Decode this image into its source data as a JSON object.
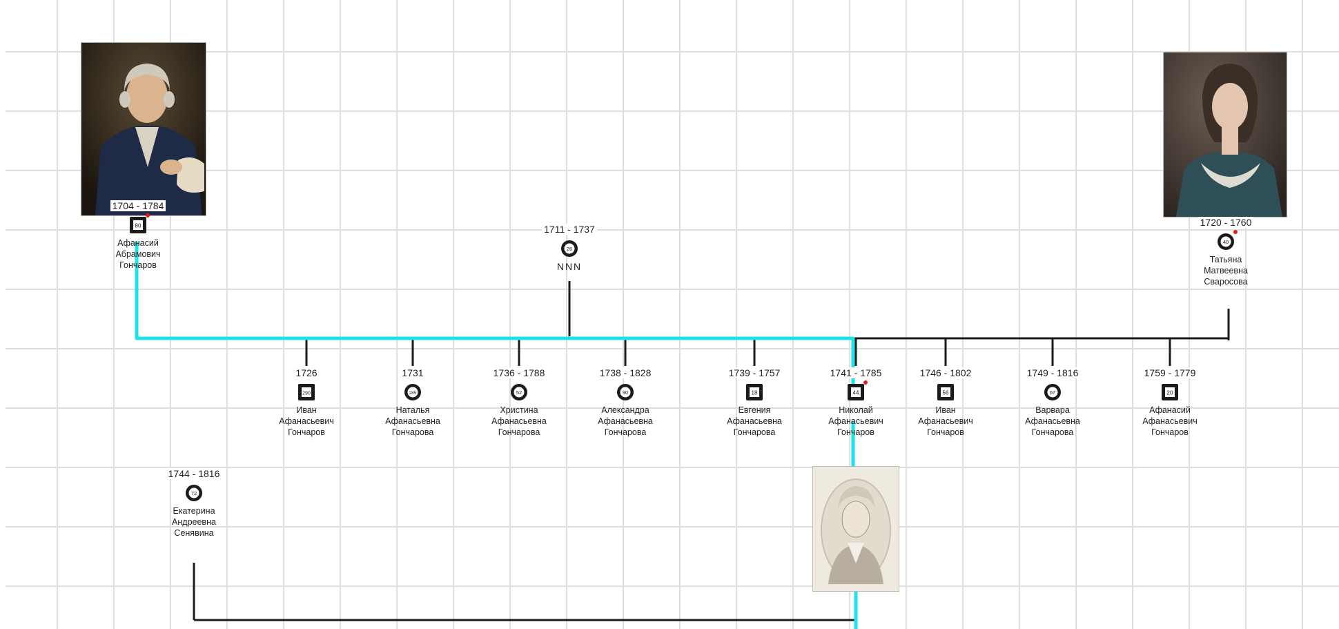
{
  "people": {
    "afanasy_sr": {
      "years": "1704 - 1784",
      "age": "80",
      "sex": "male",
      "marked": true,
      "name_lines": [
        "Афанасий",
        "Абрамович",
        "Гончаров"
      ]
    },
    "nnn": {
      "years": "1711 - 1737",
      "age": "26",
      "sex": "female",
      "marked": false,
      "name_lines": [
        "NNN"
      ]
    },
    "tatiana": {
      "years": "1720 - 1760",
      "age": "40",
      "sex": "female",
      "marked": true,
      "name_lines": [
        "Татьяна",
        "Матвеевна",
        "Сваросова"
      ]
    },
    "ivan1726": {
      "years": "1726",
      "age": "290",
      "sex": "male",
      "marked": false,
      "name_lines": [
        "Иван",
        "Афанасьевич",
        "Гончаров"
      ]
    },
    "natalia": {
      "years": "1731",
      "age": "285",
      "sex": "female",
      "marked": false,
      "name_lines": [
        "Наталья",
        "Афанасьевна",
        "Гончарова"
      ]
    },
    "khristina": {
      "years": "1736 - 1788",
      "age": "52",
      "sex": "female",
      "marked": false,
      "name_lines": [
        "Христина",
        "Афанасьевна",
        "Гончарова"
      ]
    },
    "aleksandra": {
      "years": "1738 - 1828",
      "age": "90",
      "sex": "female",
      "marked": false,
      "name_lines": [
        "Александра",
        "Афанасьевна",
        "Гончарова"
      ]
    },
    "evgeniya": {
      "years": "1739 - 1757",
      "age": "18",
      "sex": "male",
      "marked": false,
      "name_lines": [
        "Евгения",
        "Афанасьевна",
        "Гончарова"
      ]
    },
    "nikolai": {
      "years": "1741 - 1785",
      "age": "44",
      "sex": "male",
      "marked": true,
      "name_lines": [
        "Николай",
        "Афанасьевич",
        "Гончаров"
      ]
    },
    "ivan1746": {
      "years": "1746 - 1802",
      "age": "56",
      "sex": "male",
      "marked": false,
      "name_lines": [
        "Иван",
        "Афанасьевич",
        "Гончаров"
      ]
    },
    "varvara": {
      "years": "1749 - 1816",
      "age": "67",
      "sex": "female",
      "marked": false,
      "name_lines": [
        "Варвара",
        "Афанасьевна",
        "Гончарова"
      ]
    },
    "afanasy_jr": {
      "years": "1759 - 1779",
      "age": "20",
      "sex": "male",
      "marked": false,
      "name_lines": [
        "Афанасий",
        "Афанасьевич",
        "Гончаров"
      ]
    },
    "ekaterina": {
      "years": "1744 - 1816",
      "age": "72",
      "sex": "female",
      "marked": false,
      "name_lines": [
        "Екатерина",
        "Андреевна",
        "Сенявина"
      ]
    }
  },
  "colors": {
    "line": "#1c1c1c",
    "highlight": "#1fe2ea",
    "grid": "#dedede",
    "marker": "#e01b1b"
  },
  "icons": {
    "male": "square-person-icon",
    "female": "round-person-icon"
  }
}
